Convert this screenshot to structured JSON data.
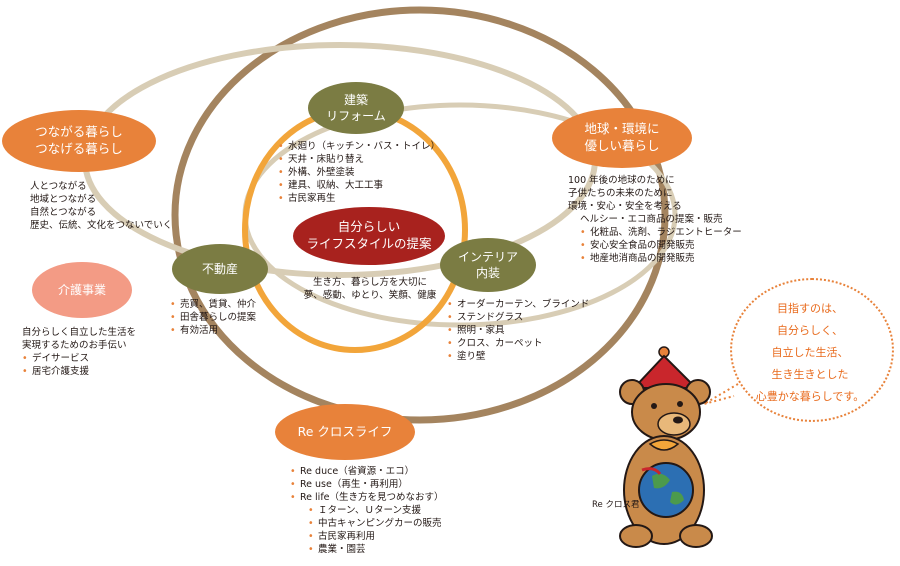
{
  "center": {
    "title": "自分らしい\nライフスタイルの提案",
    "lines": [
      "生き方、暮らし方を大切に",
      "夢、感動、ゆとり、笑顔、健康"
    ]
  },
  "renovation": {
    "title": "建築\nリフォーム",
    "items": [
      "水廻り（キッチン・バス・トイレ）",
      "天井・床貼り替え",
      "外構、外壁塗装",
      "建具、収納、大工工事",
      "古民家再生"
    ]
  },
  "real_estate": {
    "title": "不動産",
    "items": [
      "売買、賃貸、仲介",
      "田舎暮らしの提案",
      "有効活用"
    ]
  },
  "interior": {
    "title": "インテリア\n内装",
    "items": [
      "オーダーカーテン、ブラインド",
      "ステンドグラス",
      "照明・家具",
      "クロス、カーペット",
      "塗り壁"
    ]
  },
  "connect": {
    "title": "つながる暮らし\nつなげる暮らし",
    "lines": [
      "人とつながる",
      "地域とつながる",
      "自然とつながる",
      "歴史、伝統、文化をつないでいく"
    ]
  },
  "care": {
    "title": "介護事業",
    "lines": [
      "自分らしく自立した生活を",
      "実現するためのお手伝い"
    ],
    "items": [
      "デイサービス",
      "居宅介護支援"
    ]
  },
  "earth": {
    "title": "地球・環境に\n優しい暮らし",
    "lines": [
      "100 年後の地球のために",
      "子供たちの未来のために",
      "環境・安心・安全を考える"
    ],
    "lead": "ヘルシー・エコ商品の提案・販売",
    "items": [
      "化粧品、洗剤、ラジエントヒーター",
      "安心安全食品の開発販売",
      "地産地消商品の開発販売"
    ]
  },
  "recross": {
    "title": "Re クロスライフ",
    "items": [
      "Re duce（省資源・エコ）",
      "Re use（再生・再利用）",
      "Re life（生き方を見つめなおす）"
    ],
    "sub_items": [
      "Ｉターン、Ｕターン支援",
      "中古キャンピングカーの販売",
      "古民家再利用",
      "農業・園芸"
    ]
  },
  "speech": {
    "lines": [
      "目指すのは、",
      "自分らしく、",
      "自立した生活、",
      "生き生きとした",
      "心豊かな暮らしです。"
    ]
  },
  "mascot": {
    "label": "Re クロス君"
  },
  "colors": {
    "orange": "#e8823a",
    "brown": "#a4845f",
    "green": "#7b7c43",
    "red": "#a8221e",
    "pink": "#f39b85",
    "beige": "#d8cdb5",
    "ring": "#f2a53a",
    "speech_text": "#e86a1c"
  }
}
